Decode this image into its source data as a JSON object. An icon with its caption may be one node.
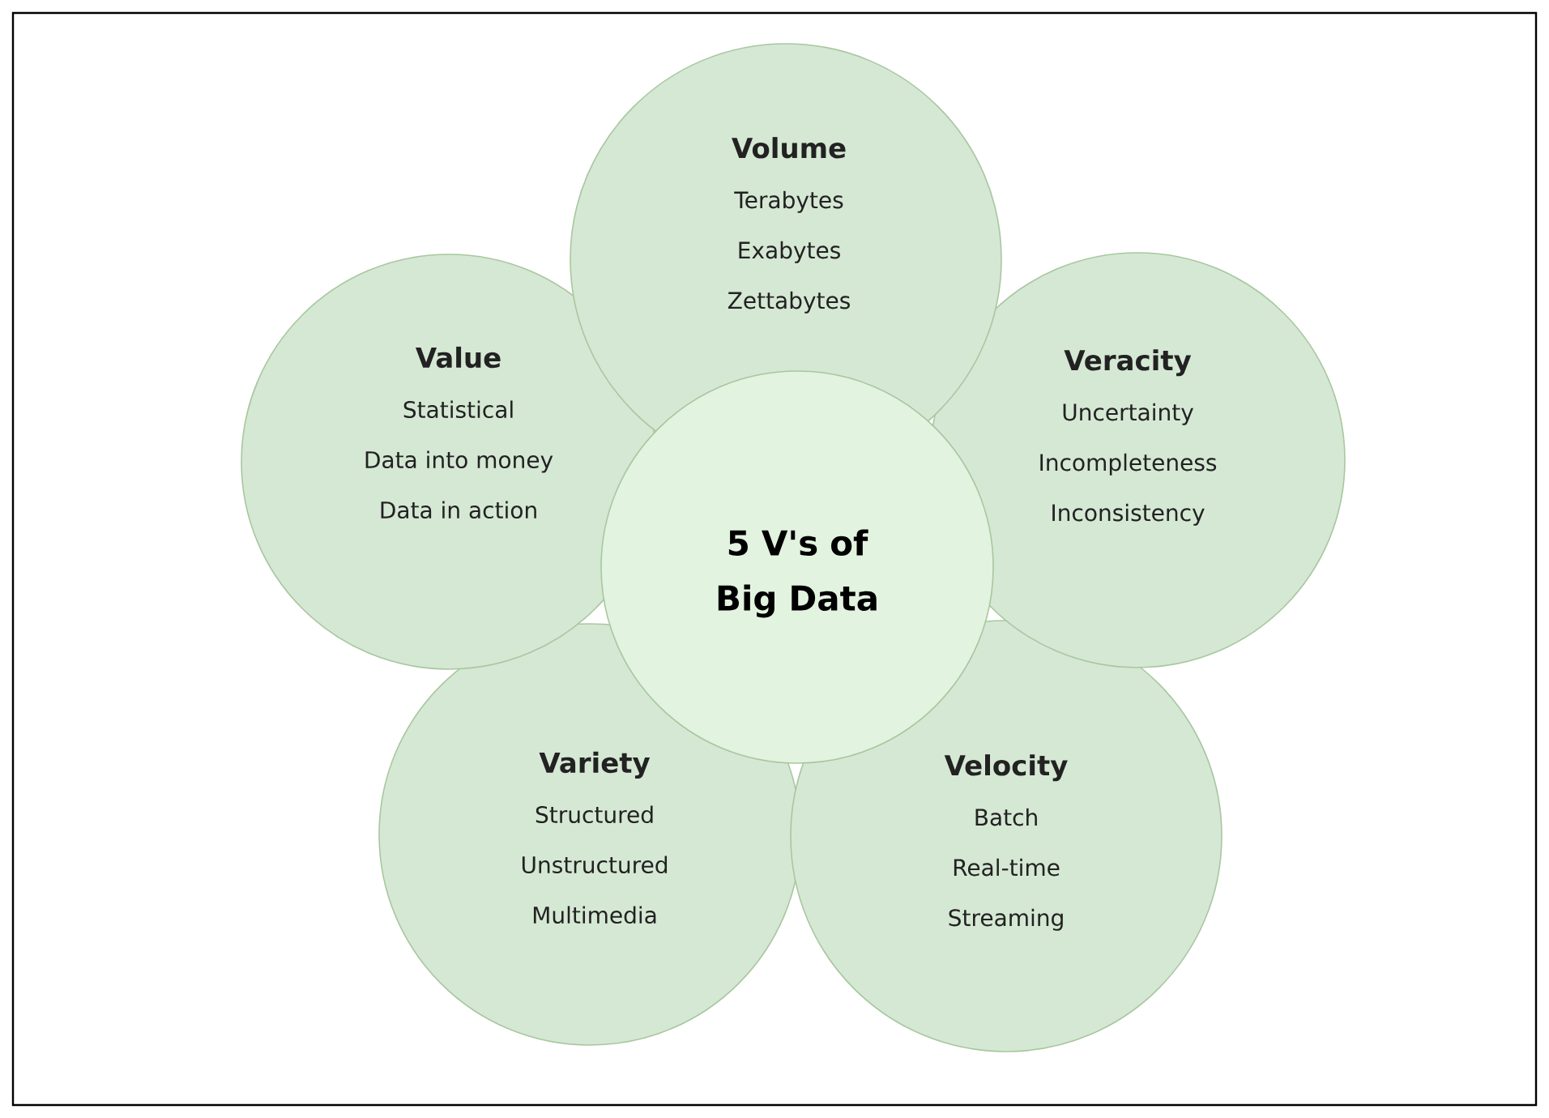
{
  "diagram": {
    "nodes": [
      {
        "text": [
          "Volume",
          "Terabytes",
          "Exabytes",
          "Zettabytes"
        ]
      },
      {
        "text": [
          "Value",
          "Statistical",
          "Data into money",
          "Data in action"
        ]
      },
      {
        "text": [
          "Veracity",
          "Uncertainty",
          "Incompleteness",
          "Inconsistency"
        ]
      },
      {
        "text": [
          "Variety",
          "Structured",
          "Unstructured",
          "Multimedia"
        ]
      },
      {
        "text": [
          "Velocity",
          "Batch",
          "Real-time",
          "Streaming"
        ]
      },
      {
        "text": [
          "5 V's of Big Data"
        ]
      }
    ]
  }
}
